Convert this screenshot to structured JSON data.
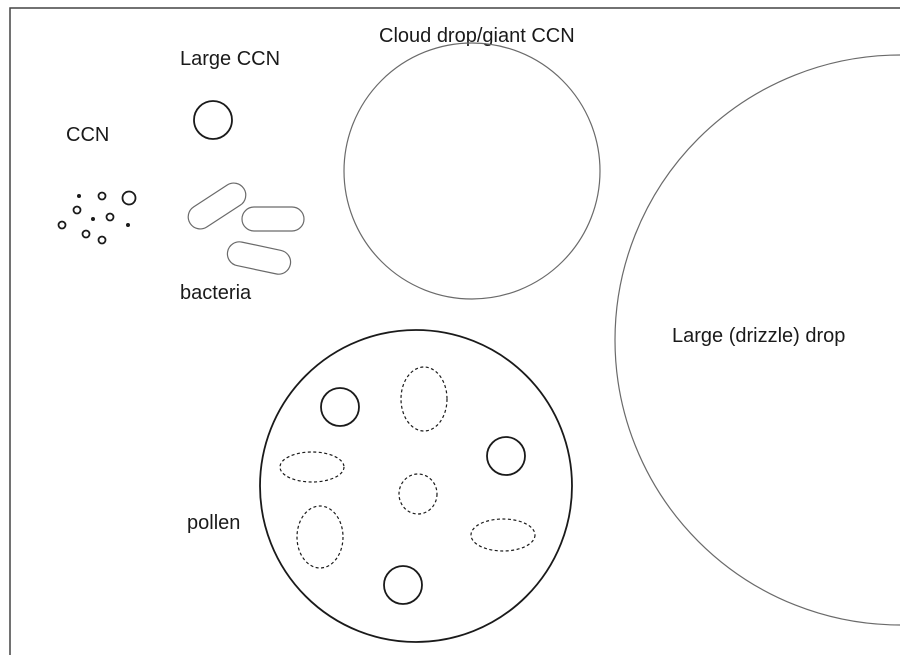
{
  "labels": {
    "ccn": "CCN",
    "large_ccn": "Large CCN",
    "cloud_drop": "Cloud drop/giant CCN",
    "bacteria": "bacteria",
    "large_drizzle_drop": "Large (drizzle) drop",
    "pollen": "pollen"
  },
  "colors": {
    "line": "#1a1a1a",
    "thin_line": "#6a6a6a",
    "background": "#ffffff"
  }
}
